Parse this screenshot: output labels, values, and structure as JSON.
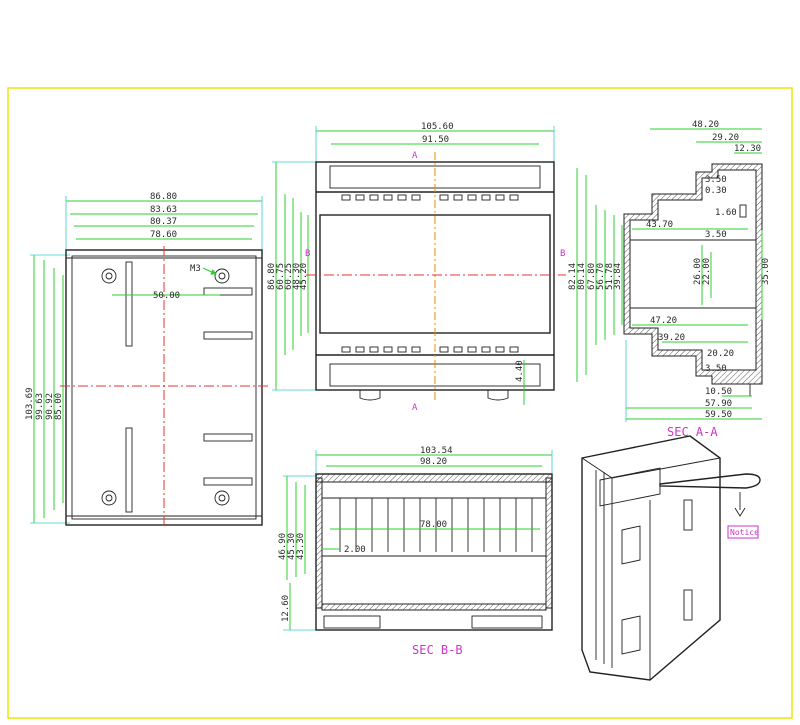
{
  "front_view": {
    "width_labels": [
      "105.60",
      "91.50"
    ],
    "height_labels": [
      "86.80",
      "60.75",
      "60.25",
      "48.30",
      "45.20"
    ],
    "small_label": "4.40",
    "section_mark": "A",
    "side_mark": "B"
  },
  "left_view": {
    "width_labels": [
      "86.80",
      "83.63",
      "80.37",
      "78.60"
    ],
    "height_labels": [
      "103.69",
      "99.63",
      "90.92",
      "85.00"
    ],
    "screw_label": "M3",
    "hole_spacing_label": "50.00"
  },
  "section_aa": {
    "title": "SEC A-A",
    "top_labels": [
      "48.20",
      "29.20",
      "12.30"
    ],
    "right_labels": [
      "3.50",
      "0.30",
      "1.60",
      "3.50",
      "43.70",
      "47.20",
      "39.20",
      "20.20",
      "3.50"
    ],
    "height_labels": [
      "82.14",
      "80.14",
      "67.80",
      "56.70",
      "51.78",
      "39.84"
    ],
    "inner_labels": [
      "26.00",
      "22.00",
      "35.00"
    ],
    "bottom_labels": [
      "10.50",
      "57.90",
      "59.50"
    ]
  },
  "section_bb": {
    "title": "SEC B-B",
    "width_labels": [
      "103.54",
      "98.20"
    ],
    "height_labels": [
      "46.90",
      "45.30",
      "43.30"
    ],
    "inner_label": "78.00",
    "small_label": "2.00",
    "base_label": "12.60"
  },
  "iso_view": {
    "notice_label": "Notice"
  },
  "colors": {
    "border": "#e8e800",
    "dimension": "#2bd12b",
    "extension": "#33cccc",
    "centerline_red": "#e83030",
    "centerline_orange": "#f08a00",
    "annotation": "#cc33cc",
    "outline": "#222222"
  }
}
